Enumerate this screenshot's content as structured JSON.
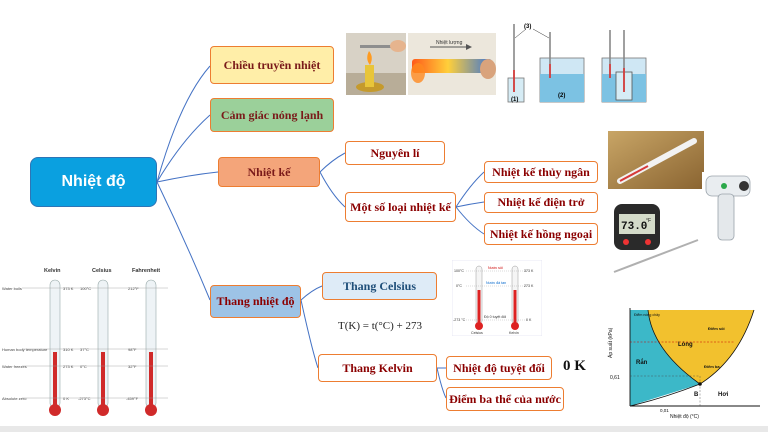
{
  "mindmap": {
    "root": "Nhiệt độ",
    "branches": {
      "heat_transfer": "Chiều truyền nhiệt",
      "sensation": "Cảm giác nóng lạnh",
      "thermometer": "Nhiệt kế",
      "principle": "Nguyên lí",
      "types": "Một số loại nhiệt kế",
      "mercury": "Nhiệt kế thủy ngân",
      "resistance": "Nhiệt kế điện trở",
      "infrared": "Nhiệt kế hồng ngoại",
      "scales": "Thang nhiệt độ",
      "celsius": "Thang Celsius",
      "kelvin": "Thang Kelvin",
      "absolute": "Nhiệt độ tuyệt đối",
      "triple": "Điểm ba thể của nước"
    },
    "formula": "T(K) = t(°C) + 273",
    "zero_k": "0 K"
  },
  "photos": {
    "heat_rod_label": "Nhiệt lượng",
    "beaker_label_3": "(3)",
    "beaker_label_1": "(1)",
    "beaker_label_2": "(2)",
    "digital_reading": "73.0",
    "digital_unit": "°F"
  },
  "thermo_chart": {
    "columns": [
      "Kelvin",
      "Celsius",
      "Fahrenheit"
    ],
    "left_labels": [
      "Water boils",
      "Human body temperature",
      "Water freezes",
      "Absolute zero"
    ],
    "kelvin": [
      "373 K",
      "310 K",
      "273 K",
      "0 K"
    ],
    "celsius": [
      "100°C",
      "37°C",
      "0°C",
      "-273°C"
    ],
    "fahrenheit": [
      "212°F",
      "98°F",
      "32°F",
      "-459°F"
    ]
  },
  "cel_kel": {
    "boil_label": "Nước sôi",
    "ice_label": "Nước đá tan",
    "zero_label": "Độ 0 tuyệt đối",
    "c_ticks": [
      "100°C",
      "0°C",
      "-273 °C"
    ],
    "k_ticks": [
      "373 K",
      "273 K",
      "0 K"
    ],
    "c_name": "Celsius",
    "k_name": "Kelvin"
  },
  "phase": {
    "ylabel": "Áp suất (kPa)",
    "xlabel": "Nhiệt độ (°C)",
    "y_tick": "0,61",
    "x_tick": "0,01",
    "solid": "Rắn",
    "liquid": "Lỏng",
    "gas": "Hơi",
    "melting": "Điểm nóng chảy",
    "boiling": "Điểm sôi",
    "triple_pt": "Điểm ba",
    "point_b": "B",
    "colors": {
      "solid": "#3cb8c8",
      "liquid": "#f2c12e",
      "gas": "#ffffff"
    }
  }
}
